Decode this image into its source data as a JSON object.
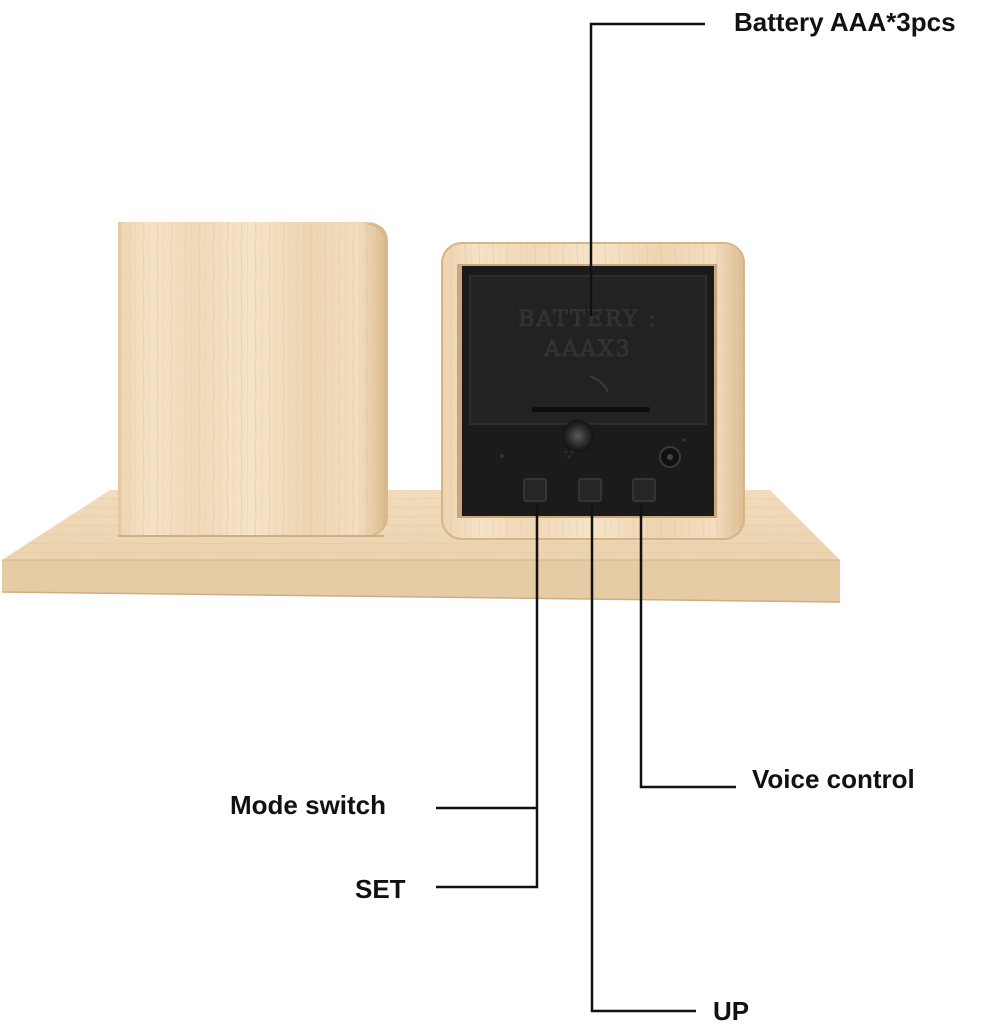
{
  "product": {
    "compartment_engraving": {
      "line1": "BATTERY :",
      "line2": "AAAX3"
    }
  },
  "callouts": {
    "battery": "Battery AAA*3pcs",
    "voice_control": "Voice control",
    "mode_switch": "Mode switch",
    "set": "SET",
    "up": "UP"
  },
  "colors": {
    "wood_light": "#f2dcbc",
    "wood_mid": "#e8cba3",
    "wood_dark": "#d9b88e",
    "panel_black": "#1a1a1a",
    "leader_line": "#111111"
  }
}
